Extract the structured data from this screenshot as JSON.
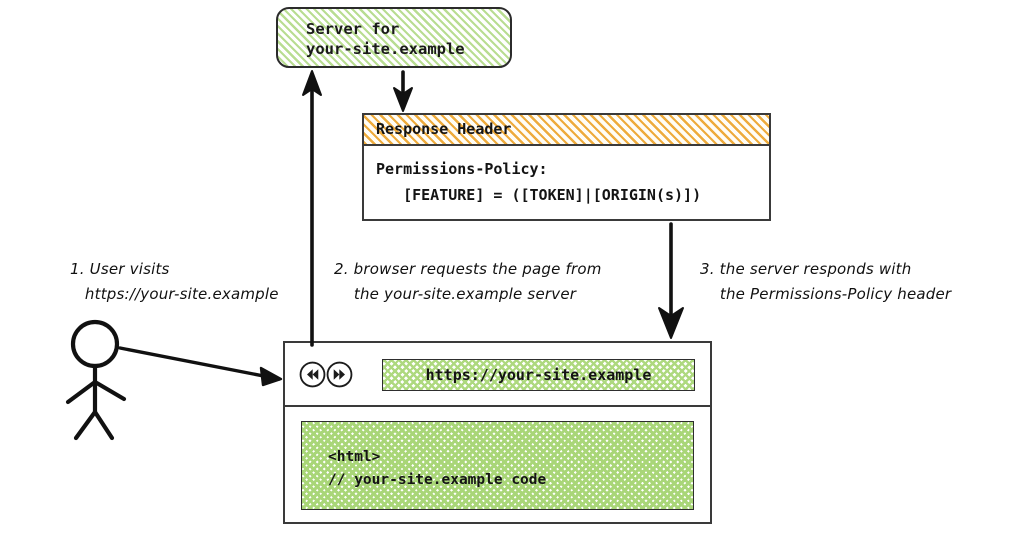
{
  "diagram": {
    "title": "Permissions-Policy response header flow",
    "background_color": "#ffffff"
  },
  "server_node": {
    "label": "Server for\nyour-site.example",
    "fill": "hatched-green",
    "fill_color": "#b9dd92",
    "border_color": "#2b2b2b"
  },
  "response_header_card": {
    "title": "Response Header",
    "title_fill": "hatched-orange",
    "title_fill_color": "#eeab3c",
    "body": "Permissions-Policy:\n   [FEATURE] = ([TOKEN]|[ORIGIN(s)])",
    "border_color": "#3a3a3a"
  },
  "browser": {
    "back_icon": "rewind-circle-icon",
    "forward_icon": "fast-forward-circle-icon",
    "url_value": "https://your-site.example",
    "url_bar_fill": "crosshatched-green",
    "url_bar_fill_color": "#aed97f",
    "page_content": "<html>\n// your-site.example code",
    "page_content_fill": "woven-green",
    "page_content_fill_color": "#a9d678",
    "border_color": "#3a3a3a"
  },
  "actor": {
    "name": "user-stick-figure"
  },
  "annotations": [
    {
      "id": "step-1",
      "text": "1. User visits\n   https://your-site.example"
    },
    {
      "id": "step-2",
      "text": "2. browser requests the page from\n    the your-site.example server"
    },
    {
      "id": "step-3",
      "text": "3. the server responds with\n    the Permissions-Policy header"
    }
  ],
  "arrows": [
    {
      "id": "arrow-user-to-browser",
      "direction": "right",
      "from": "user",
      "to": "browser"
    },
    {
      "id": "arrow-browser-to-server",
      "direction": "up",
      "from": "browser",
      "to": "server"
    },
    {
      "id": "arrow-server-to-response-header",
      "direction": "down",
      "from": "server",
      "to": "response-header-card"
    },
    {
      "id": "arrow-response-header-to-browser",
      "direction": "down",
      "from": "response-header-card",
      "to": "browser"
    }
  ]
}
